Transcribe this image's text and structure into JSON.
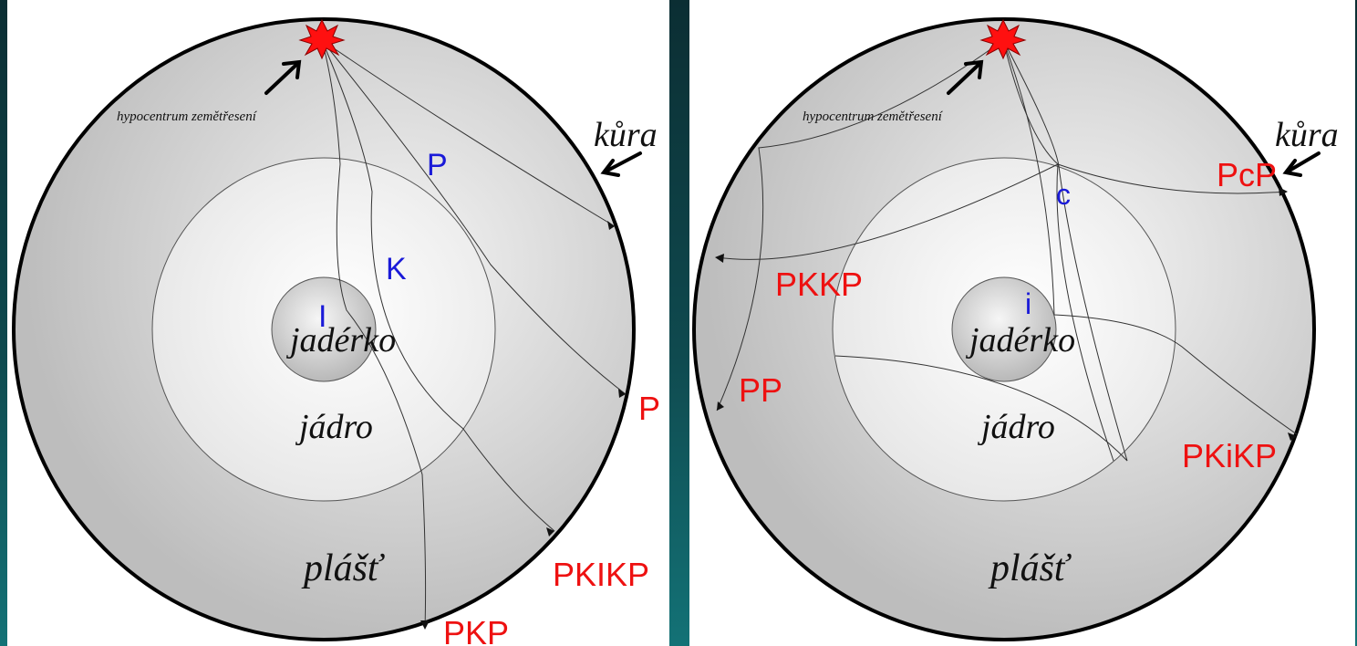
{
  "panels": [
    {
      "id": "left",
      "labels": {
        "hypocenter": "hypocentrum zemětřesení",
        "crust": "kůra",
        "inner_core": "jadérko",
        "outer_core": "jádro",
        "mantle": "plášť"
      },
      "segment_labels": [
        "P",
        "K",
        "I"
      ],
      "phases": [
        "P",
        "PKIKP",
        "PKP"
      ]
    },
    {
      "id": "right",
      "labels": {
        "hypocenter": "hypocentrum zemětřesení",
        "crust": "kůra",
        "inner_core": "jadérko",
        "outer_core": "jádro",
        "mantle": "plášť"
      },
      "segment_labels": [
        "c",
        "i"
      ],
      "phases": [
        "PcP",
        "PKKP",
        "PP",
        "PKiKP"
      ]
    }
  ],
  "colors": {
    "phase_label": "#ee1111",
    "segment_label": "#1a1ad8",
    "mantle_fill": "#c8c8c8",
    "core_fill": "#ededed",
    "background": "#0f4a4f"
  },
  "icons": [
    "explosion-icon",
    "arrow-icon"
  ]
}
